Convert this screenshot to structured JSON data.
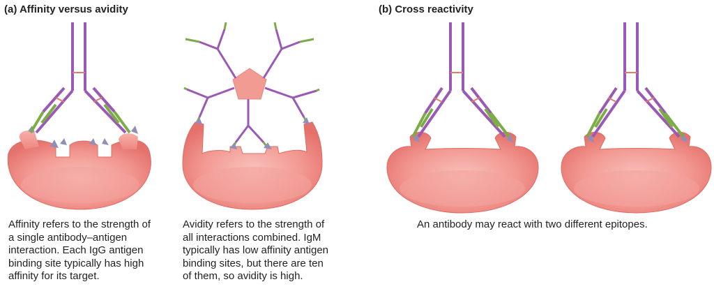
{
  "panel_a": {
    "heading": "(a) Affinity versus avidity",
    "caption_affinity": "Affinity refers to the strength of a single antibody–antigen interaction. Each IgG antigen binding site typically has high affinity for its target.",
    "caption_avidity": "Avidity refers to the strength of all interactions combined. IgM typically has low affinity antigen binding sites, but there are ten of them, so avidity is high."
  },
  "panel_b": {
    "heading": "(b) Cross reactivity",
    "caption": "An antibody may react with two different epitopes."
  },
  "colors": {
    "heavy_chain": "#9b59b6",
    "light_chain": "#7cac45",
    "disulfide": "#e07b6a",
    "cell": "#f08a86",
    "cell_light": "#f6b3ae",
    "epitope": "#8f8fb8"
  }
}
